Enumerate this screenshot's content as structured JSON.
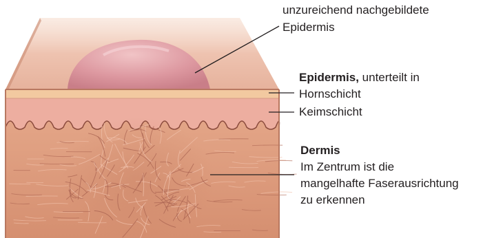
{
  "labels": {
    "epidermis_model_line1": "unzureichend nachgebildete",
    "epidermis_model_line2": "Epidermis",
    "epidermis_title": "Epidermis,",
    "epidermis_title_rest": "unterteilt in",
    "stratum_corneum": "Hornschicht",
    "stratum_germinativum": "Keimschicht",
    "dermis_title": "Dermis",
    "dermis_line1": "Im Zentrum ist die",
    "dermis_line2": "mangelhafte Faserausrichtung",
    "dermis_line3": "zu erkennen"
  },
  "colors": {
    "top_surface": "#ecc2b0",
    "front_edge": "#b87860",
    "horn_layer": "#f2c9a0",
    "keim_layer": "#edaea0",
    "dermis": "#dc9a7a",
    "dome": "#d8909a",
    "leader_line": "#231f20"
  }
}
